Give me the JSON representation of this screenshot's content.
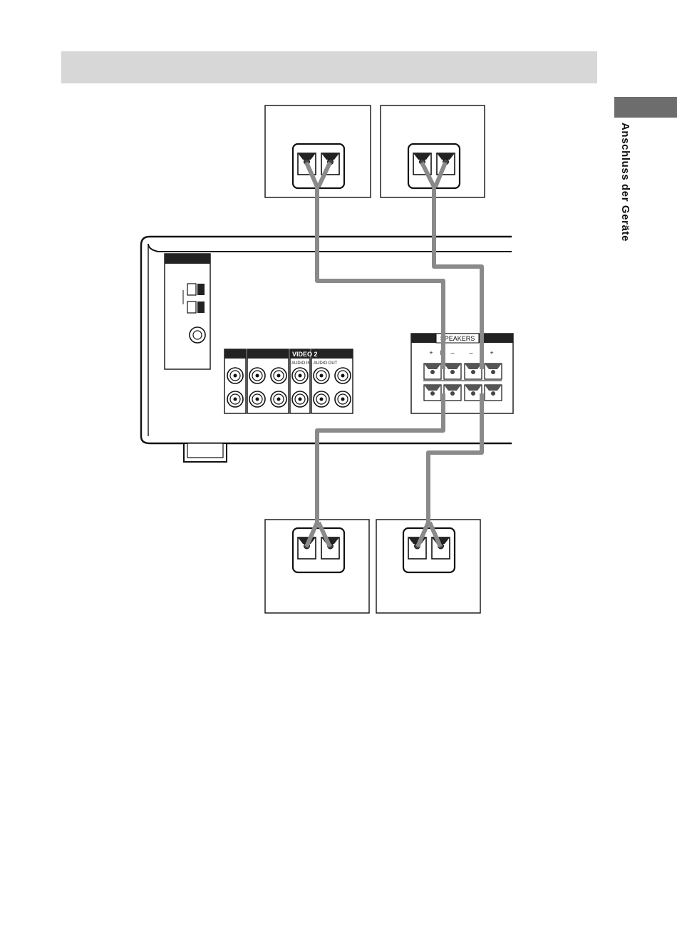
{
  "page": {
    "side_label": "Anschluss der Geräte"
  },
  "receiver": {
    "speakers_label": "SPEAKERS",
    "terminal_signs": [
      "+",
      "R",
      "–",
      "–",
      "L",
      "+"
    ],
    "video2_label": "VIDEO 2",
    "audio_in_label": "AUDIO IN",
    "audio_out_label": "AUDIO OUT"
  },
  "colors": {
    "header_bar": "#d7d7d7",
    "side_tab": "#6d6d6d",
    "cable": "#8a8a8a",
    "line": "#111111"
  }
}
